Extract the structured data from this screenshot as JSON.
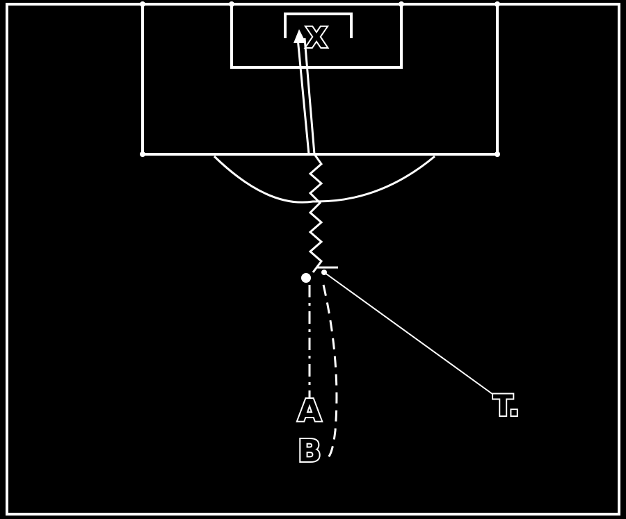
{
  "labels": {
    "target": "X",
    "player_a": "A",
    "player_b": "B",
    "trainer": "T."
  },
  "colors": {
    "background": "#000000",
    "line": "#ffffff",
    "pitch": "#000000"
  }
}
